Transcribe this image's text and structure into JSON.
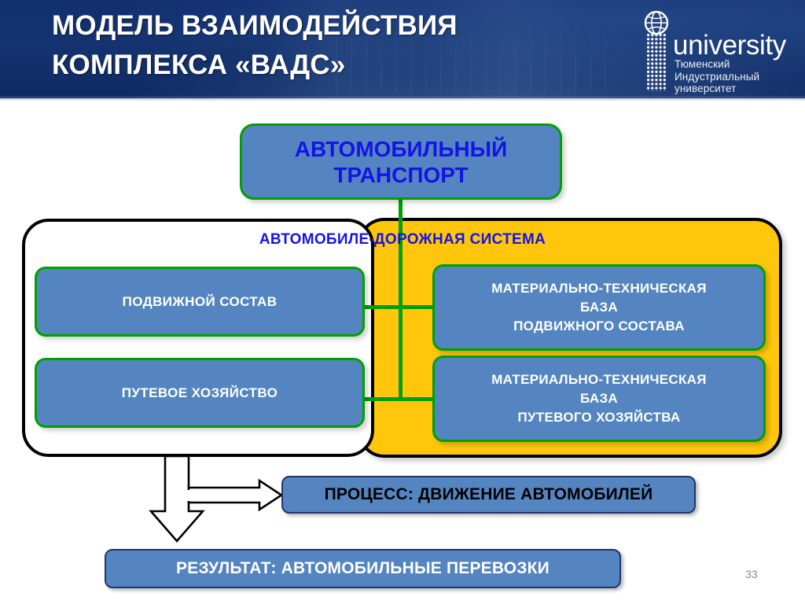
{
  "header": {
    "title": "МОДЕЛЬ ВЗАИМОДЕЙСТВИЯ\nКОМПЛЕКСА «ВАДС»",
    "background_color": "#12306c",
    "title_color": "#ffffff"
  },
  "logo": {
    "globe_icon": "globe-icon",
    "dots_icon": "dotted-i-icon",
    "wordmark": "university",
    "subtitle": "Тюменский\nИндустриальный\nуниверситет"
  },
  "diagram": {
    "top_box": {
      "label": "АВТОМОБИЛЬНЫЙ\nТРАНСПОРТ",
      "fill": "#5585c0",
      "border": "#00a000",
      "text_color": "#1414e6"
    },
    "system_label": "АВТОМОБИЛЕ-ДОРОЖНАЯ СИСТЕМА",
    "system_label_color": "#1414e6",
    "container_white": {
      "fill": "#ffffff",
      "border": "#000000"
    },
    "container_yellow": {
      "fill": "#ffc60b",
      "border": "#000000"
    },
    "left_boxes": [
      {
        "label": "ПОДВИЖНОЙ СОСТАВ"
      },
      {
        "label": "ПУТЕВОЕ ХОЗЯЙСТВО"
      }
    ],
    "right_boxes": [
      {
        "label": "МАТЕРИАЛЬНО-ТЕХНИЧЕСКАЯ\nБАЗА\nПОДВИЖНОГО СОСТАВА"
      },
      {
        "label": "МАТЕРИАЛЬНО-ТЕХНИЧЕСКАЯ\nБАЗА\nПУТЕВОГО ХОЗЯЙСТВА"
      }
    ],
    "connector_color": "#00a000",
    "process_box": {
      "label": "ПРОЦЕСС: ДВИЖЕНИЕ АВТОМОБИЛЕЙ",
      "fill": "#5585c0",
      "border": "#1f3864",
      "text_color": "#000000"
    },
    "result_box": {
      "label": "РЕЗУЛЬТАТ: АВТОМОБИЛЬНЫЕ ПЕРЕВОЗКИ",
      "fill": "#5585c0",
      "border": "#1f3864",
      "text_color": "#ffffff"
    },
    "arrows": {
      "down_arrow_icon": "down-block-arrow-icon",
      "right_arrow_icon": "right-block-arrow-icon"
    }
  },
  "footer": {
    "page_number": "33"
  }
}
